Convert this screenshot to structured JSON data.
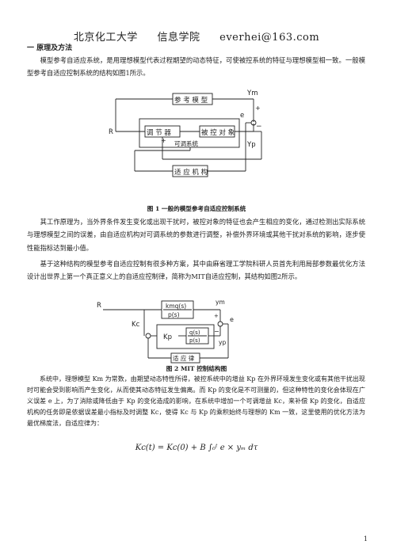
{
  "header": {
    "university": "北京化工大学",
    "college": "信息学院",
    "email": "everhei@163.com"
  },
  "section_title": "一  原理及方法",
  "paragraphs": [
    "模型参考自适应系统，是用理想模型代表过程期望的动态特征，可使被控系统的特征与理想模型相一致。一般模型参考自适应控制系统的结构如图1所示。",
    "其工作原理为，当外界条件发生变化或出现干扰时，被控对象的特征也会产生相应的变化，通过检测出实际系统与理想模型之间的误差，由自适应机构对可调系统的参数进行调整，补偿外界环境或其他干扰对系统的影响，逐步使性能指标达到最小值。",
    "基于这种结构的模型参考自适应控制有很多种方案，其中由麻省理工学院科研人员首先利用局部参数最优化方法设计出世界上第一个真正意义上的自适应控制律，简称为MIT自适应控制，其结构如图2所示。",
    "系统中，理想模型 Km 为常数，由期望动态特性所得，被控系统中的增益 Kp 在外界环境发生变化或有其他干扰出现时可能会受到影响而产生变化，从而使其动态特征发生偏离。而 Kp 的变化是不可测量的，但这种特性的变化会体现在广义误差 e 上，为了消除或降低由于 Kp 的变化造成的影响，在系统中增加一个可调增益 Kc，来补偿 Kp 的变化，自适应机构的任务即是依据误差最小指标及时调整 Kc，使得 Kc 与 Kp 的乘积始终与理想的 Km 一致，这里使用的优化方法为最优梯度法，自适应律为："
  ],
  "fig1": {
    "caption": "图 1  一般的模型参考自适应控制系统",
    "ref_model": "参 考 模 型",
    "controller": "调 节 器",
    "plant": "被 控 对 象",
    "adjustable_system": "可调系统",
    "adaptive_mechanism": "适 应 机 构",
    "r": "R",
    "ym": "Ym",
    "yp": "Yp",
    "e": "e",
    "plus": "+",
    "minus": "−"
  },
  "fig2": {
    "caption": "图 2    MIT 控制结构图",
    "ref_num": "kmq(s)",
    "ref_den": "p(s)",
    "kc": "Kc",
    "kp": "Kp",
    "plant_num": "q(s)",
    "plant_den": "p(s)",
    "adapt": "适 应 律",
    "r": "R",
    "ym": "ym",
    "yp": "yp",
    "e": "e",
    "plus": "+",
    "minus": "−"
  },
  "formula": "Kc(t) = Kc(0) + B ∫₀ᵗ e × yₘ dτ",
  "page_number": "1"
}
